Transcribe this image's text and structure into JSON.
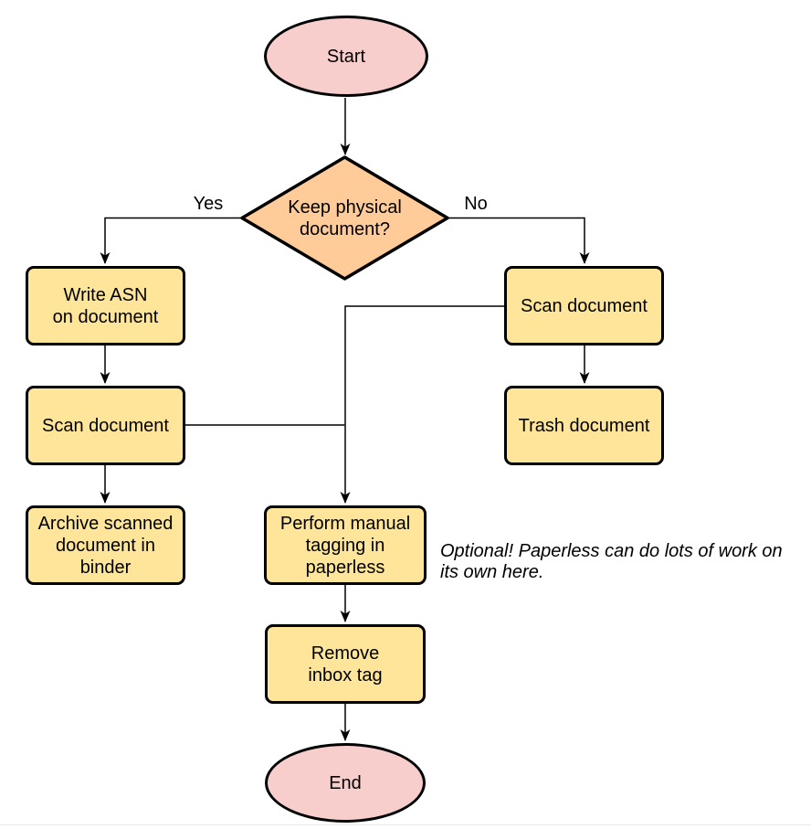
{
  "diagram": {
    "type": "flowchart",
    "nodes": {
      "start": {
        "label": "Start",
        "shape": "terminator"
      },
      "decision": {
        "label": "Keep physical\ndocument?",
        "shape": "decision"
      },
      "write_asn": {
        "label": "Write ASN\non document",
        "shape": "process"
      },
      "scan_left": {
        "label": "Scan document",
        "shape": "process"
      },
      "archive": {
        "label": "Archive scanned\ndocument in\nbinder",
        "shape": "process"
      },
      "scan_right": {
        "label": "Scan document",
        "shape": "process"
      },
      "trash": {
        "label": "Trash document",
        "shape": "process"
      },
      "perform": {
        "label": "Perform manual\ntagging in\npaperless",
        "shape": "process"
      },
      "remove": {
        "label": "Remove\ninbox tag",
        "shape": "process"
      },
      "end": {
        "label": "End",
        "shape": "terminator"
      }
    },
    "edge_labels": {
      "yes": "Yes",
      "no": "No"
    },
    "note": "Optional! Paperless can do lots of work on\nits own here.",
    "colors": {
      "terminator_fill": "#f8cecc",
      "decision_fill": "#ffcc99",
      "process_fill": "#ffe599",
      "stroke": "#000000",
      "bottom_rule": "#e9e9e9"
    }
  }
}
